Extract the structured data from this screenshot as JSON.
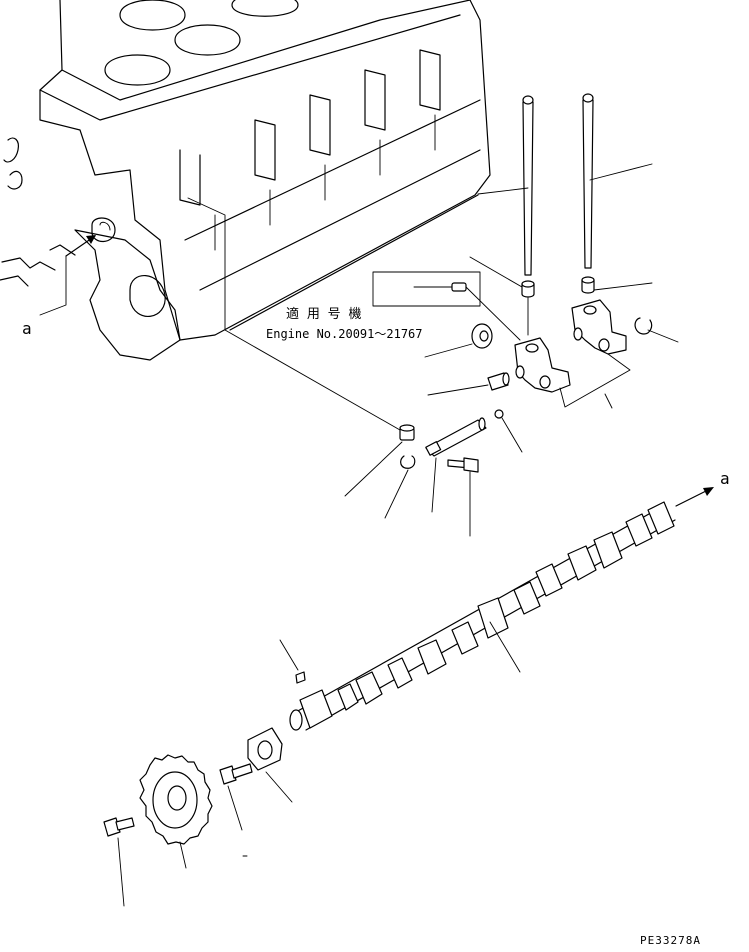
{
  "callouts": {
    "ref_a_left": "a",
    "ref_a_right": "a"
  },
  "applicability": {
    "heading": "適 用 号 機",
    "engine_range": "Engine No.20091～21767"
  },
  "figure_code": "PE33278A"
}
